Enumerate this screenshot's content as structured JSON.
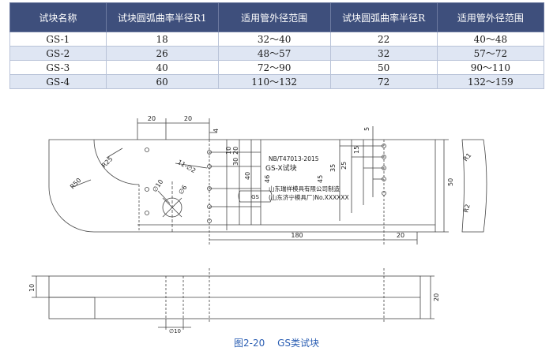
{
  "table": {
    "headers": [
      "试块名称",
      "试块圆弧曲率半径R1",
      "适用管外径范围",
      "试块圆弧曲率半径R",
      "适用管外径范围"
    ],
    "rows": [
      [
        "GS-1",
        "18",
        "32～40",
        "22",
        "40～48"
      ],
      [
        "GS-2",
        "26",
        "48～57",
        "32",
        "57～72"
      ],
      [
        "GS-3",
        "40",
        "72～90",
        "50",
        "90～110"
      ],
      [
        "GS-4",
        "60",
        "110～132",
        "72",
        "132～159"
      ]
    ]
  },
  "drawing": {
    "dims_top": [
      "20",
      "20",
      "4",
      "10",
      "20",
      "30",
      "40",
      "46"
    ],
    "dims_right": [
      "5",
      "15",
      "25",
      "35",
      "45"
    ],
    "r25": "R25",
    "r50": "R50",
    "r1": "R1",
    "r2": "R2",
    "note_11": "11-∅2",
    "phi10": "∅10",
    "phi6": "∅6",
    "stamp_text": "GS",
    "standard": "NB/T47013-2015",
    "block_name": "GS-X试块",
    "maker_line1": "山东瑞祥模具有限公司制造",
    "maker_line2": "(山东济宁模具厂)No.XXXXXX",
    "dim_180": "180",
    "dim_20_bottom": "20",
    "dim_50": "50",
    "dim_10_side": "10",
    "dim_20_side": "20",
    "dim_phi10_bottom": "∅10"
  },
  "caption": {
    "figure": "图2-20",
    "title": "GS类试块"
  }
}
